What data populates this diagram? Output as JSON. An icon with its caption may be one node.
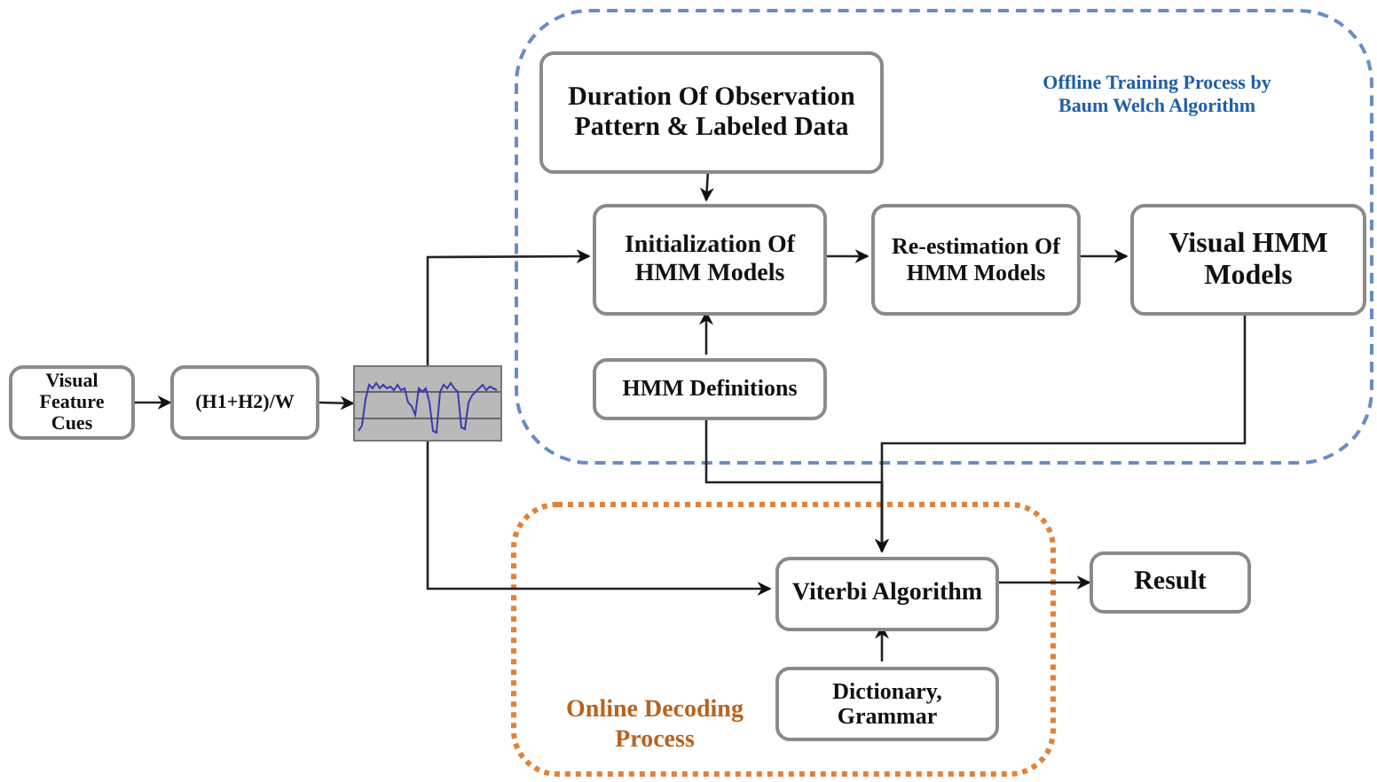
{
  "diagram": {
    "nodes": [
      {
        "text": [
          "Offline Training Process by Baum Welch Algorithm"
        ]
      },
      {
        "text": [
          "Duration Of Observation Pattern & Labeled Data"
        ],
        "in": 0
      },
      {
        "text": [
          "Initialization Of HMM Models"
        ],
        "in": 0
      },
      {
        "text": [
          "Re-estimation Of HMM Models"
        ],
        "in": 0
      },
      {
        "text": [
          "Visual HMM Models"
        ],
        "in": 0
      },
      {
        "text": [
          "HMM Definitions"
        ],
        "in": 0
      },
      {
        "text": [
          "Online Decoding Process"
        ]
      },
      {
        "text": [
          "Viterbi Algorithm"
        ],
        "in": 6
      },
      {
        "text": [
          "Dictionary, Grammar"
        ],
        "in": 6
      },
      {
        "text": [
          "Result"
        ]
      },
      {
        "text": [
          "Visual Feature Cues"
        ]
      },
      {
        "text": [
          "(H1+H2)/W"
        ]
      },
      {
        "text": [],
        "shape": "picture"
      }
    ],
    "edges": [
      {
        "from": 10,
        "to": 11,
        "arrow": "to"
      },
      {
        "from": 11,
        "to": 12,
        "arrow": "to"
      },
      {
        "from": 12,
        "to": 2,
        "arrow": "to"
      },
      {
        "from": 12,
        "to": 7,
        "arrow": "to"
      },
      {
        "from": 1,
        "to": 2,
        "arrow": "to"
      },
      {
        "from": 5,
        "to": 2,
        "arrow": "to"
      },
      {
        "from": 2,
        "to": 3,
        "arrow": "to"
      },
      {
        "from": 3,
        "to": 4,
        "arrow": "to"
      },
      {
        "from": 4,
        "to": 7,
        "arrow": "to"
      },
      {
        "from": 5,
        "to": 7,
        "arrow": "to"
      },
      {
        "from": 7,
        "to": 9,
        "arrow": "to"
      },
      {
        "from": 8,
        "to": 7,
        "arrow": "to"
      }
    ]
  }
}
